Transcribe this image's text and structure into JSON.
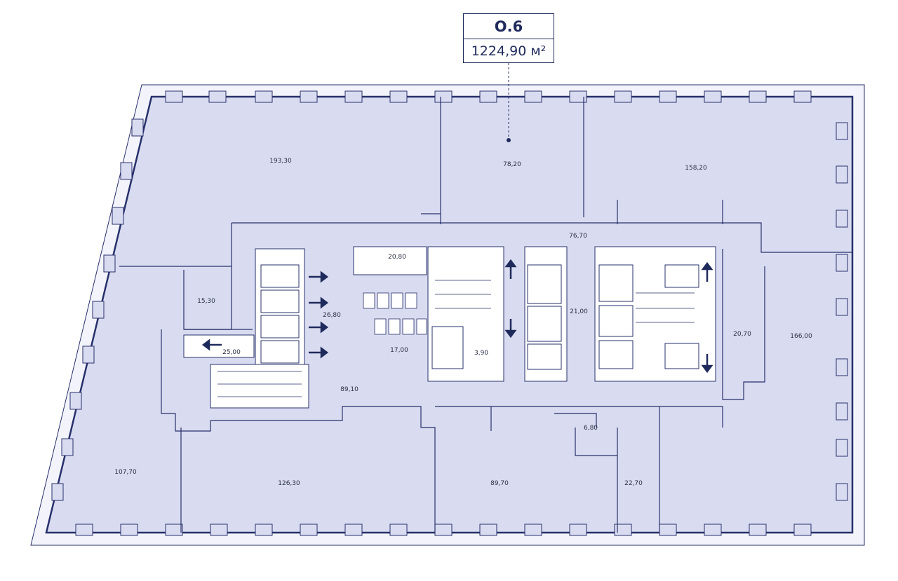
{
  "unit": {
    "code": "О.6",
    "area": "1224,90 м²"
  },
  "colors": {
    "fill": "#d9dcf0",
    "wall": "#27306b",
    "core": "#ffffff",
    "arrow": "#1f2a5c"
  },
  "rooms": [
    {
      "id": "r193",
      "label": "193,30"
    },
    {
      "id": "r78",
      "label": "78,20"
    },
    {
      "id": "r158",
      "label": "158,20"
    },
    {
      "id": "r76",
      "label": "76,70"
    },
    {
      "id": "r20_80",
      "label": "20,80"
    },
    {
      "id": "r15",
      "label": "15,30"
    },
    {
      "id": "r26",
      "label": "26,80"
    },
    {
      "id": "r21",
      "label": "21,00"
    },
    {
      "id": "r20_70",
      "label": "20,70"
    },
    {
      "id": "r166",
      "label": "166,00"
    },
    {
      "id": "r25",
      "label": "25,00"
    },
    {
      "id": "r17",
      "label": "17,00"
    },
    {
      "id": "r3_90",
      "label": "3,90"
    },
    {
      "id": "r89_10",
      "label": "89,10"
    },
    {
      "id": "r6_80",
      "label": "6,80"
    },
    {
      "id": "r107",
      "label": "107,70"
    },
    {
      "id": "r126",
      "label": "126,30"
    },
    {
      "id": "r89_70",
      "label": "89,70"
    },
    {
      "id": "r22",
      "label": "22,70"
    }
  ],
  "icons": [
    "evacuation-arrow-icon",
    "elevator-icon",
    "stair-icon",
    "toilet-icon",
    "window-pier-icon"
  ]
}
